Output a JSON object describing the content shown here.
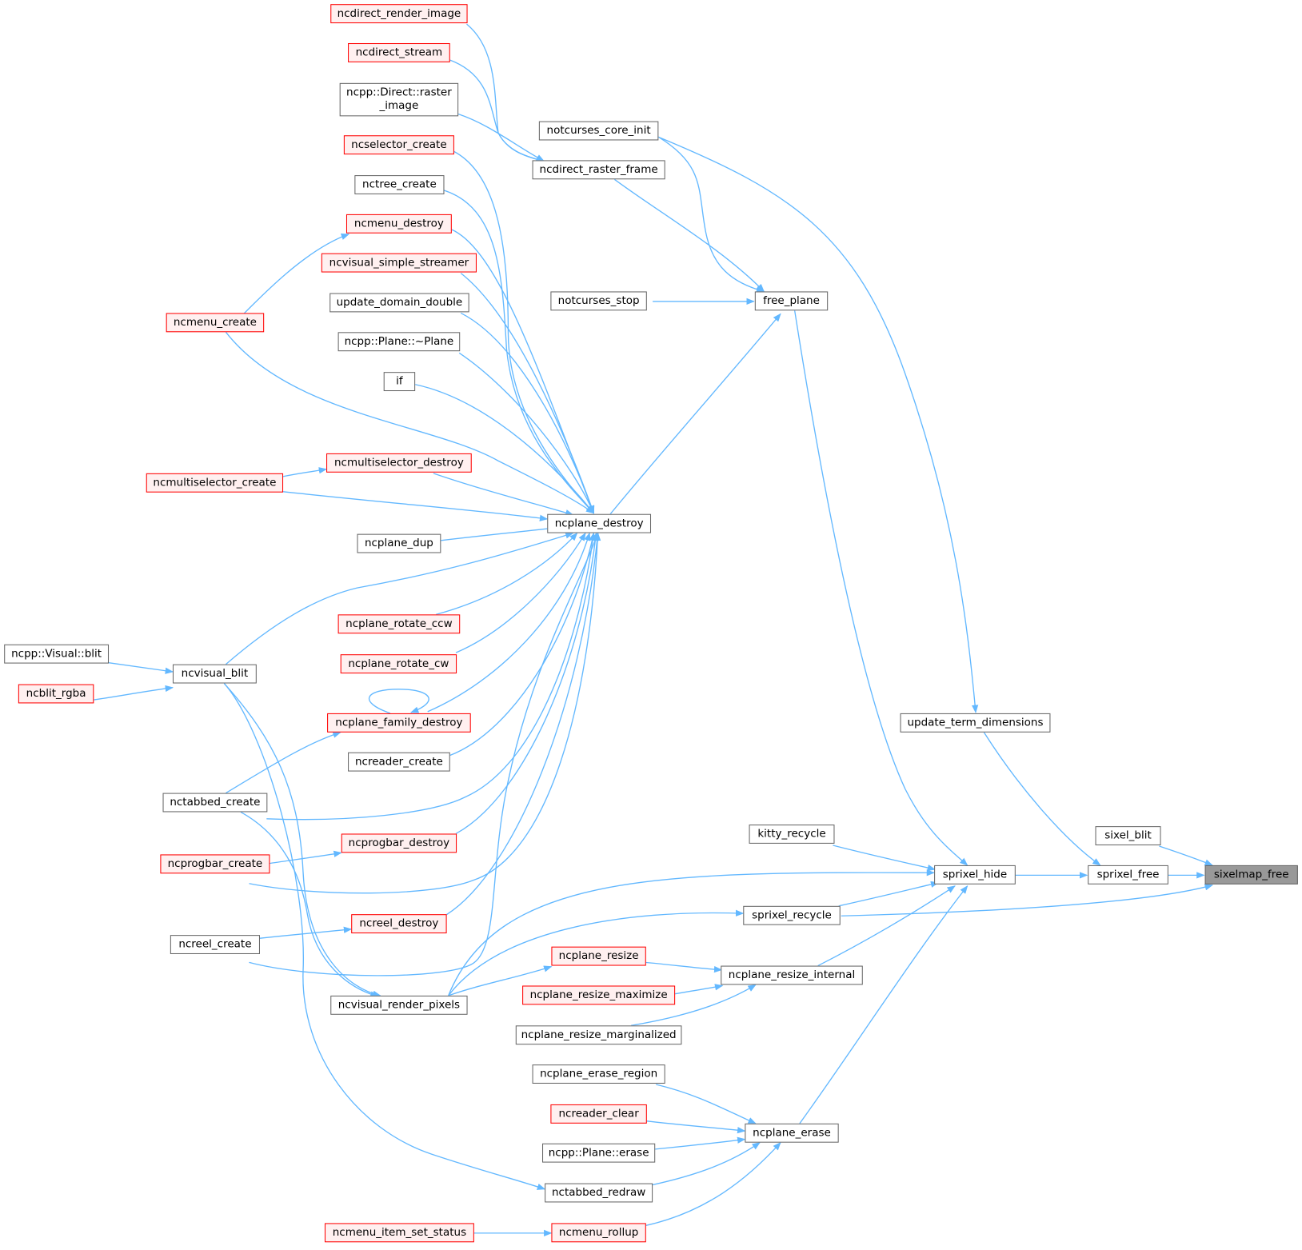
{
  "colors": {
    "edge": "#63b8ff",
    "box_border": "#666666",
    "red_border": "#ff0000",
    "red_fill": "#fff0f0",
    "root_fill": "#999999"
  },
  "nodes": {
    "ncdirect_render_image": "ncdirect_render_image",
    "ncdirect_stream": "ncdirect_stream",
    "ncpp_direct_raster_image": "ncpp::Direct::raster _image",
    "ncselector_create": "ncselector_create",
    "nctree_create": "nctree_create",
    "ncmenu_destroy": "ncmenu_destroy",
    "ncvisual_simple_streamer": "ncvisual_simple_streamer",
    "update_domain_double": "update_domain_double",
    "ncpp_plane_dtor": "ncpp::Plane::~Plane",
    "if": "if",
    "ncmultiselector_destroy": "ncmultiselector_destroy",
    "ncmultiselector_create": "ncmultiselector_create",
    "ncmenu_create": "ncmenu_create",
    "ncplane_dup": "ncplane_dup",
    "ncplane_rotate_ccw": "ncplane_rotate_ccw",
    "ncplane_rotate_cw": "ncplane_rotate_cw",
    "ncplane_family_destroy": "ncplane_family_destroy",
    "ncreader_create": "ncreader_create",
    "ncprogbar_destroy": "ncprogbar_destroy",
    "ncreel_destroy": "ncreel_destroy",
    "ncpp_visual_blit": "ncpp::Visual::blit",
    "ncblit_rgba": "ncblit_rgba",
    "ncvisual_blit": "ncvisual_blit",
    "nctabbed_create": "nctabbed_create",
    "ncprogbar_create": "ncprogbar_create",
    "ncreel_create": "ncreel_create",
    "ncvisual_render_pixels": "ncvisual_render_pixels",
    "notcurses_core_init": "notcurses_core_init",
    "ncdirect_raster_frame": "ncdirect_raster_frame",
    "notcurses_stop": "notcurses_stop",
    "free_plane": "free_plane",
    "ncplane_destroy": "ncplane_destroy",
    "update_term_dimensions": "update_term_dimensions",
    "kitty_recycle": "kitty_recycle",
    "sprixel_recycle": "sprixel_recycle",
    "sprixel_hide": "sprixel_hide",
    "sixel_blit": "sixel_blit",
    "sprixel_free": "sprixel_free",
    "sixelmap_free": "sixelmap_free",
    "ncplane_resize": "ncplane_resize",
    "ncplane_resize_maximize": "ncplane_resize_maximize",
    "ncplane_resize_marginalized": "ncplane_resize_marginalized",
    "ncplane_resize_internal": "ncplane_resize_internal",
    "ncplane_erase_region": "ncplane_erase_region",
    "ncreader_clear": "ncreader_clear",
    "ncpp_plane_erase": "ncpp::Plane::erase",
    "nctabbed_redraw": "nctabbed_redraw",
    "ncplane_erase": "ncplane_erase",
    "ncmenu_item_set_status": "ncmenu_item_set_status",
    "ncmenu_rollup": "ncmenu_rollup"
  }
}
